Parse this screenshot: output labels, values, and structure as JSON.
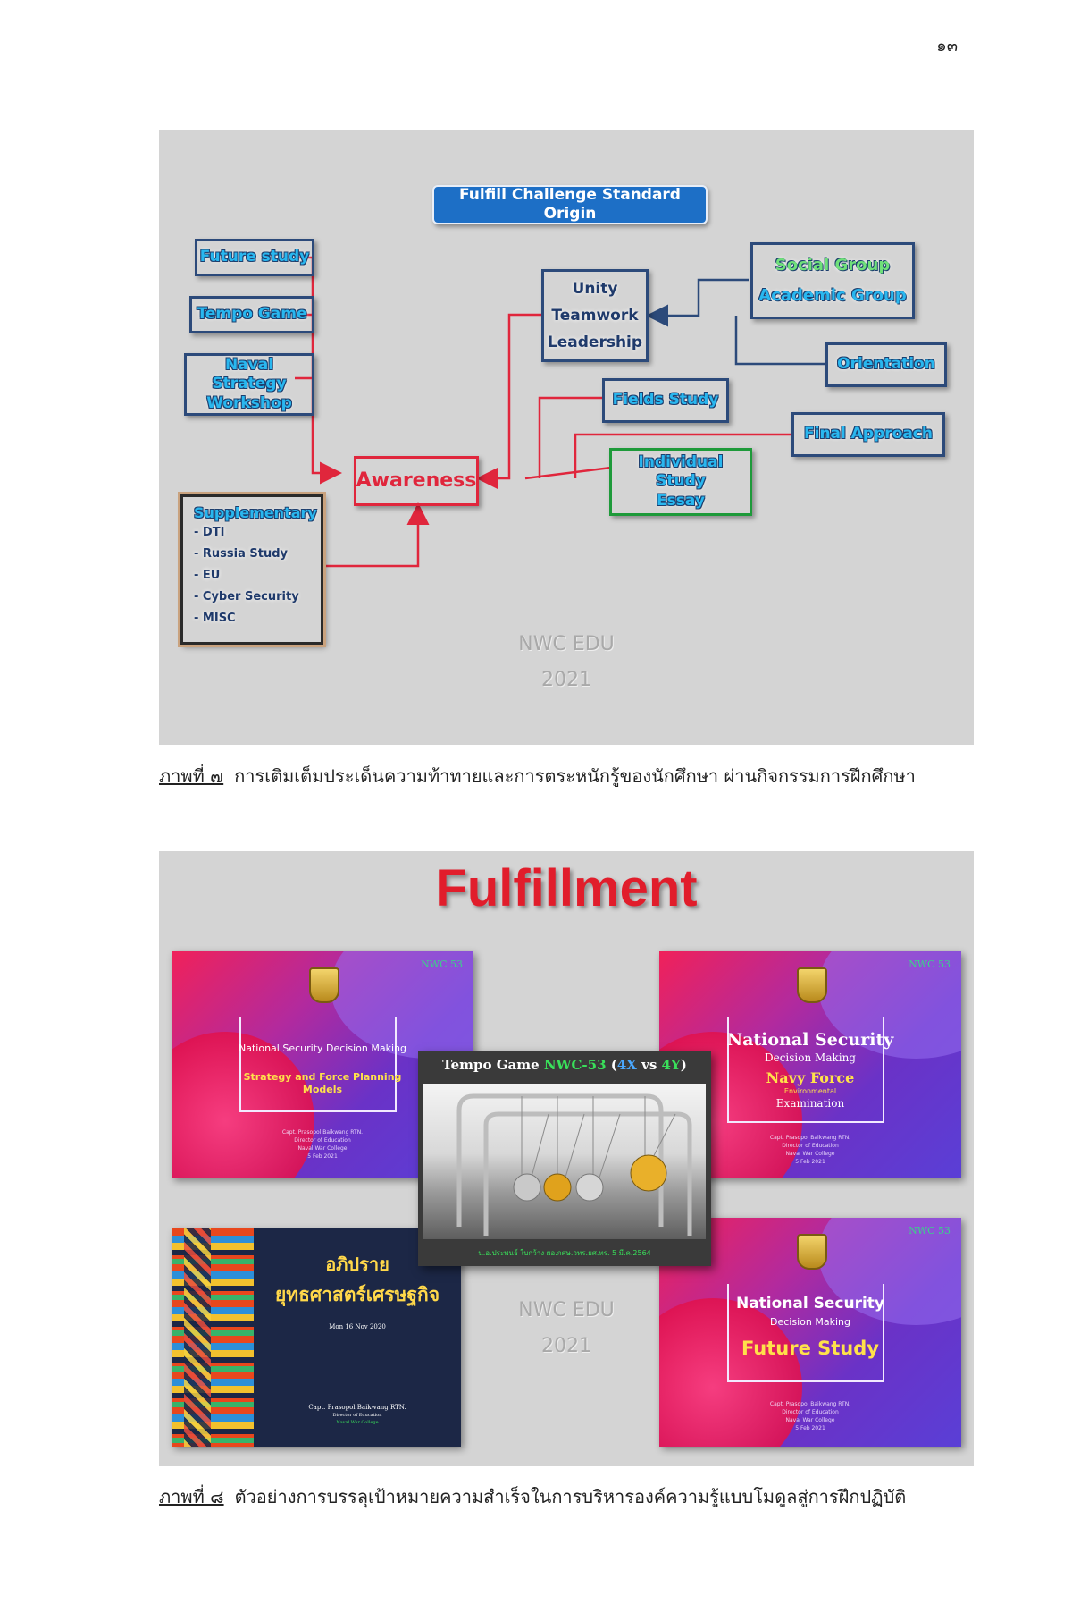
{
  "page_number": "๑๓",
  "figure1": {
    "header": "Fulfill Challenge Standard Origin",
    "future_study": "Future study",
    "tempo_game": "Tempo Game",
    "naval_line1": "Naval Strategy",
    "naval_line2": "Workshop",
    "supplementary": {
      "title": "Supplementary",
      "items": [
        "- DTI",
        "- Russia Study",
        "- EU",
        "- Cyber Security",
        "- MISC"
      ]
    },
    "awareness": "Awareness",
    "unity": [
      "Unity",
      "Teamwork",
      "Leadership"
    ],
    "social_group": "Social Group",
    "academic_group": "Academic Group",
    "orientation": "Orientation",
    "fields_study": "Fields Study",
    "final_approach": "Final Approach",
    "individual_line1": "Individual Study",
    "individual_line2": "Essay",
    "watermark_1": "NWC EDU",
    "watermark_2": "2021",
    "colors": {
      "background": "#d4d4d4",
      "arrow": "#e0263c",
      "box_border": "#2c4a7a",
      "header_fill": "#1d6fc6"
    }
  },
  "caption1": {
    "label": "ภาพที่ ๗",
    "text": "การเติมเต็มประเด็นความท้าทายและการตระหนักรู้ของนักศึกษา ผ่านกิจกรรมการฝึกศึกษา"
  },
  "figure2": {
    "title": "Fulfillment",
    "slide1": {
      "badge": "NWC 53",
      "line1": "National Security Decision Making",
      "line2": "Strategy and Force Planning",
      "line3": "Models",
      "footer": [
        "Capt. Prasopol Baikwang RTN.",
        "Director of Education",
        "Naval War College",
        "5 Feb 2021"
      ]
    },
    "slide2": {
      "badge": "NWC 53",
      "line1": "National Security",
      "line2": "Decision Making",
      "line3": "Navy Force",
      "line4": "Environmental",
      "line5": "Examination",
      "footer": [
        "Capt. Prasopol Baikwang RTN.",
        "Director of Education",
        "Naval War College",
        "5 Feb 2021"
      ]
    },
    "tempo": {
      "prefix": "Tempo Game ",
      "code": "NWC-53",
      "open": " (",
      "a": "4X",
      "vs": " vs ",
      "b": "4Y",
      "close": ")",
      "footer": "น.อ.ประพนธ์ ใบกว้าง ผอ.กศษ.วทร.ยศ.ทร. 5 มี.ค.2564"
    },
    "slide3": {
      "line1": "อภิปราย",
      "line2": "ยุทธศาสตร์เศรษฐกิจ",
      "date": "Mon 16 Nov 2020",
      "author": "Capt. Prasopol Baikwang RTN.",
      "role": "Director of Education",
      "org": "Naval War College"
    },
    "slide4": {
      "badge": "NWC 53",
      "line1": "National Security",
      "line2": "Decision Making",
      "line3": "Future Study",
      "footer": [
        "Capt. Prasopol Baikwang RTN.",
        "Director of Education",
        "Naval War College",
        "5 Feb 2021"
      ]
    },
    "watermark_1": "NWC EDU",
    "watermark_2": "2021"
  },
  "caption2": {
    "label": "ภาพที่ ๘",
    "text": "ตัวอย่างการบรรลุเป้าหมายความสำเร็จในการบริหารองค์ความรู้แบบโมดูลสู่การฝึกปฏิบัติ"
  }
}
